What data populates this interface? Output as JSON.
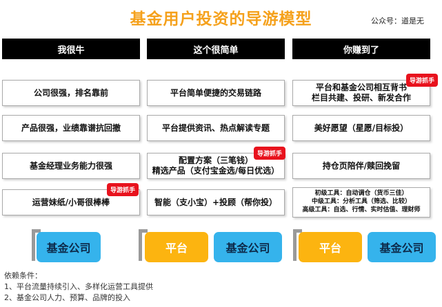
{
  "title": "基金用户投资的导游模型",
  "account": "公众号：道是无",
  "tag_label": "导游抓手",
  "columns": [
    {
      "header": "我很牛",
      "cards": [
        {
          "lines": [
            "公司很强，排名靠前"
          ]
        },
        {
          "lines": [
            "产品很强，业绩靠谱抗回撤"
          ]
        },
        {
          "lines": [
            "基金经理业务能力很强"
          ]
        },
        {
          "lines": [
            "运营妹纸/小哥很棒棒"
          ],
          "tag": true
        }
      ],
      "buttons": [
        {
          "label": "基金公司",
          "color": "#35b3ec"
        }
      ]
    },
    {
      "header": "这个很简单",
      "cards": [
        {
          "lines": [
            "平台简单便捷的交易链路"
          ]
        },
        {
          "lines": [
            "平台提供资讯、热点解读专题"
          ]
        },
        {
          "lines": [
            "配置方案（三笔钱）",
            "精选产品（支付宝金选/每日优选）"
          ],
          "tag": true
        },
        {
          "lines": [
            "智能（支小宝）+投顾（帮你投）"
          ]
        }
      ],
      "buttons": [
        {
          "label": "平台",
          "color": "#fcb410"
        },
        {
          "label": "基金公司",
          "color": "#35b3ec"
        }
      ]
    },
    {
      "header": "你赚到了",
      "cards": [
        {
          "lines": [
            "平台和基金公司相互背书",
            "栏目共建、投研、新发合作"
          ],
          "tag": true
        },
        {
          "lines": [
            "美好愿望（星愿/目标投）"
          ]
        },
        {
          "lines": [
            "持仓页陪伴/赎回挽留"
          ]
        },
        {
          "lines": [
            "初级工具：自动调仓（货币三佳）",
            "中级工具：分析工具（筛选、比较）",
            "高级工具：自选、行情、实时估值、理财师"
          ]
        }
      ],
      "buttons": [
        {
          "label": "平台",
          "color": "#fcb410"
        },
        {
          "label": "基金公司",
          "color": "#35b3ec"
        }
      ]
    }
  ],
  "dependencies": {
    "heading": "依赖条件：",
    "items": [
      "1、平台流量持续引入、多样化运营工具提供",
      "2、基金公司人力、预算、品牌的投入"
    ]
  }
}
